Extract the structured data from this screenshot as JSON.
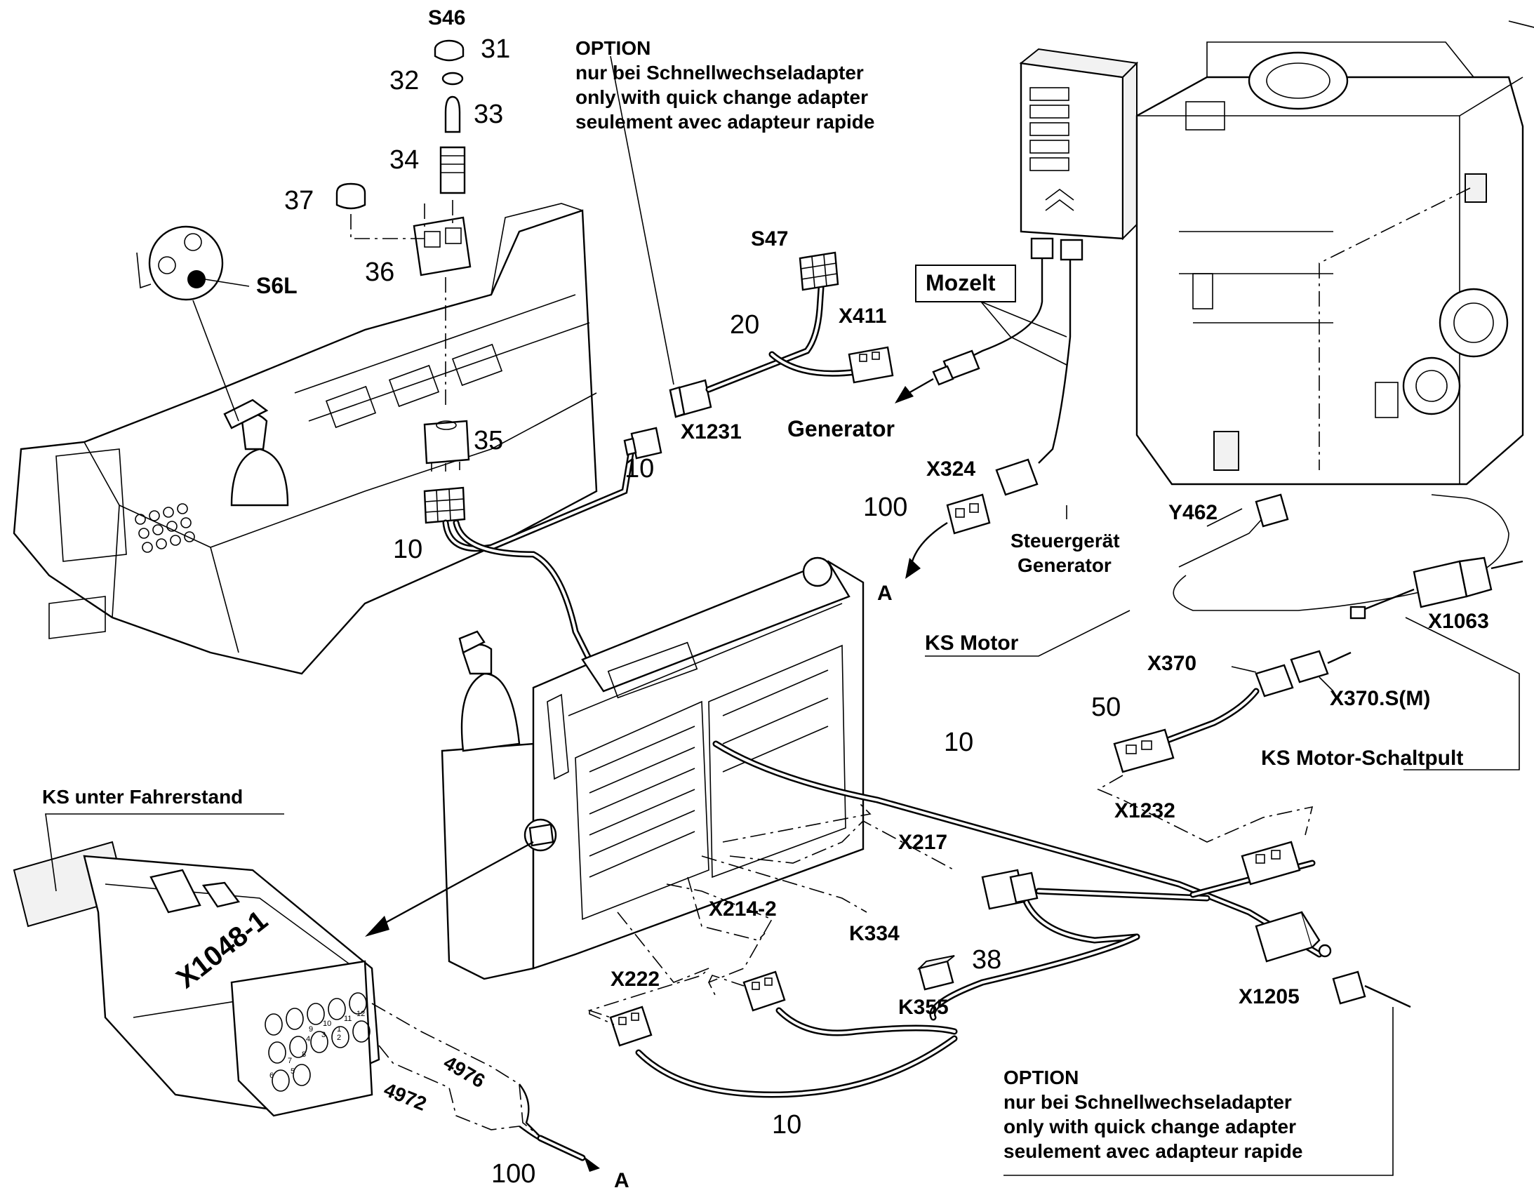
{
  "labels": {
    "s46": "S46",
    "n31": "31",
    "n32": "32",
    "n33": "33",
    "n34": "34",
    "n37": "37",
    "n36": "36",
    "s6l": "S6L",
    "n35": "35",
    "s47": "S47",
    "n20": "20",
    "x411": "X411",
    "x1231": "X1231",
    "n10_a": "10",
    "n10_b": "10",
    "mozelt": "Mozelt",
    "generator": "Generator",
    "x324": "X324",
    "n100_a": "100",
    "a_a": "A",
    "steuergeraet_1": "Steuergerät",
    "steuergeraet_2": "Generator",
    "y462": "Y462",
    "ks_motor": "KS Motor",
    "x1063": "X1063",
    "x370": "X370",
    "x370s": "X370.S(M)",
    "n50": "50",
    "ks_motor_schaltpult": "KS Motor-Schaltpult",
    "n10_c": "10",
    "x1232": "X1232",
    "ks_unter_fahrerstand": "KS unter Fahrerstand",
    "x217": "X217",
    "x214_2": "X214-2",
    "k334": "K334",
    "n38": "38",
    "k355": "K355",
    "x222": "X222",
    "x1205": "X1205",
    "x1048_1": "X1048-1",
    "w4976": "4976",
    "w4972": "4972",
    "n100_b": "100",
    "a_b": "A",
    "n10_d": "10"
  },
  "option_top": {
    "line1": "OPTION",
    "line2": "nur bei Schnellwechseladapter",
    "line3": "only with quick change adapter",
    "line4": "seulement avec adapteur rapide"
  },
  "option_bottom": {
    "line1": "OPTION",
    "line2": "nur bei Schnellwechseladapter",
    "line3": "only with quick change adapter",
    "line4": "seulement avec adapteur rapide"
  },
  "pin_numbers": [
    "1",
    "2",
    "3",
    "4",
    "5",
    "6",
    "7",
    "8",
    "9",
    "10",
    "11",
    "12"
  ]
}
